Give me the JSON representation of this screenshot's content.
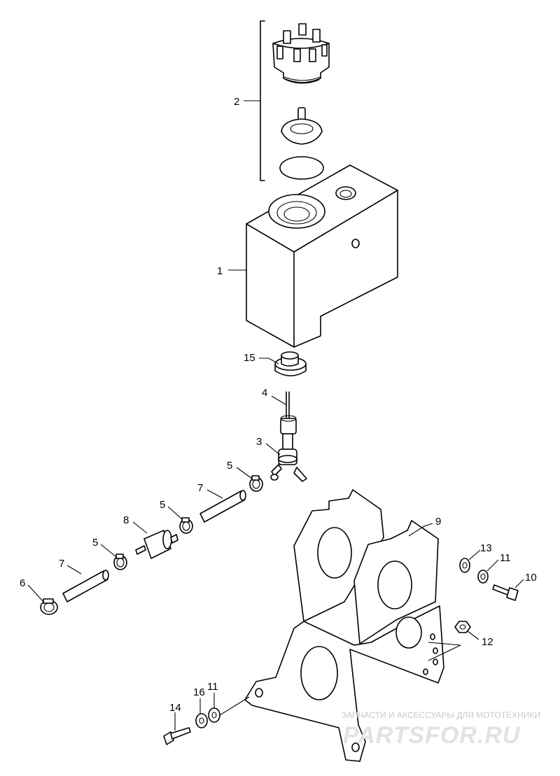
{
  "diagram": {
    "callouts": [
      {
        "id": "c1",
        "label": "1"
      },
      {
        "id": "c2",
        "label": "2"
      },
      {
        "id": "c3",
        "label": "3"
      },
      {
        "id": "c4",
        "label": "4"
      },
      {
        "id": "c5a",
        "label": "5"
      },
      {
        "id": "c5b",
        "label": "5"
      },
      {
        "id": "c5c",
        "label": "5"
      },
      {
        "id": "c6",
        "label": "6"
      },
      {
        "id": "c7a",
        "label": "7"
      },
      {
        "id": "c7b",
        "label": "7"
      },
      {
        "id": "c8",
        "label": "8"
      },
      {
        "id": "c9",
        "label": "9"
      },
      {
        "id": "c10",
        "label": "10"
      },
      {
        "id": "c11a",
        "label": "11"
      },
      {
        "id": "c11b",
        "label": "11"
      },
      {
        "id": "c12",
        "label": "12"
      },
      {
        "id": "c13",
        "label": "13"
      },
      {
        "id": "c14",
        "label": "14"
      },
      {
        "id": "c15",
        "label": "15"
      },
      {
        "id": "c16",
        "label": "16"
      }
    ]
  },
  "watermark": {
    "tagline": "ЗАПЧАСТИ И АКСЕССУАРЫ ДЛЯ МОТОТЕХНИКИ",
    "logo": "PARTSFOR.RU"
  }
}
